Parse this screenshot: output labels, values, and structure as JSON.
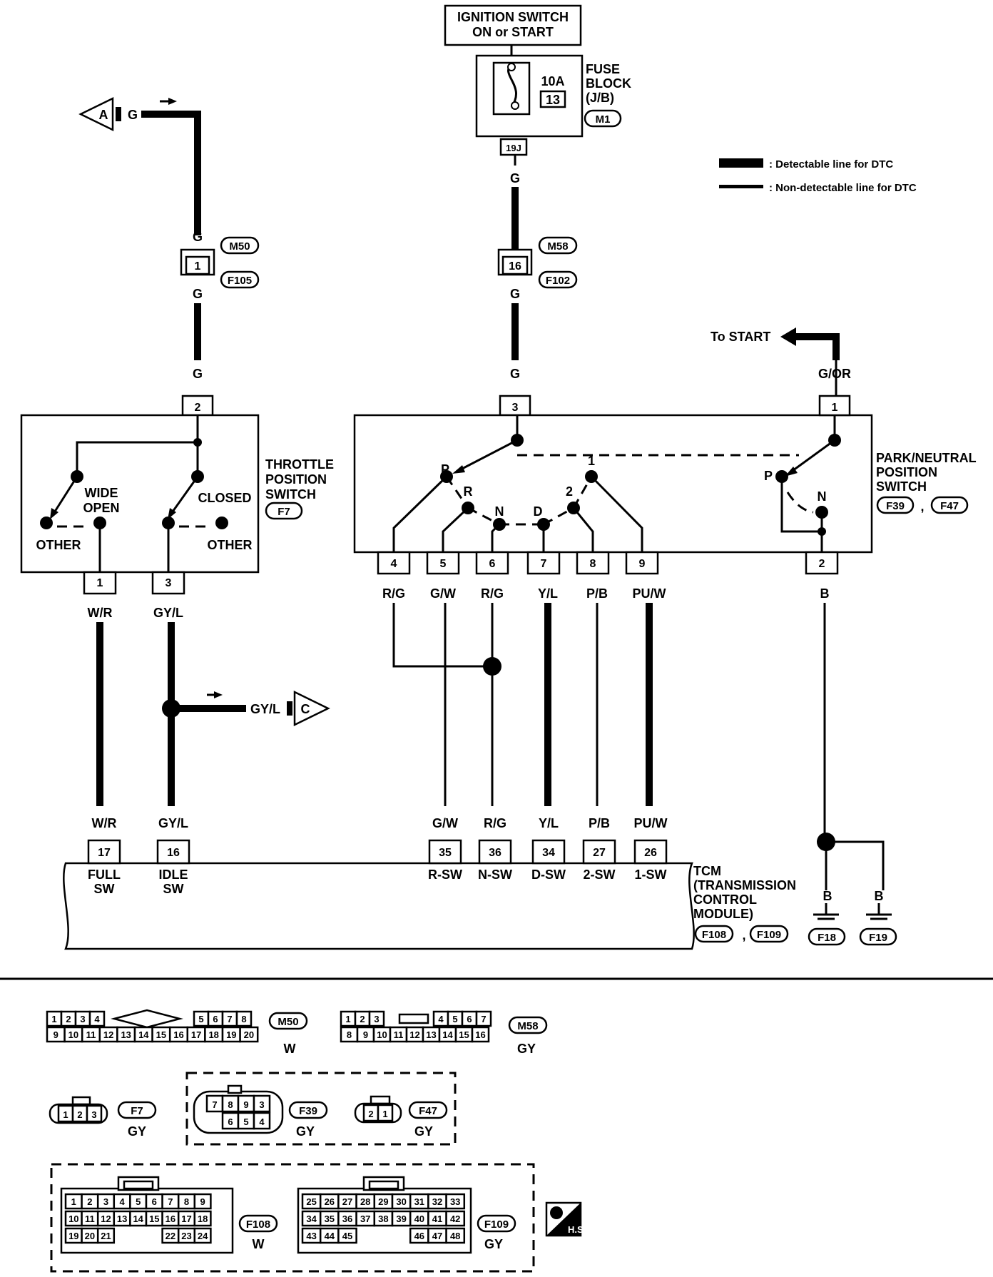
{
  "ignition": {
    "line1": "IGNITION SWITCH",
    "line2": "ON or START"
  },
  "fuse": {
    "rating": "10A",
    "number": "13",
    "block_l1": "FUSE",
    "block_l2": "BLOCK",
    "block_l3": "(J/B)",
    "conn": "M1",
    "pin": "19J"
  },
  "legend": {
    "detectable": ": Detectable line for DTC",
    "nondetectable": ": Non-detectable line for DTC"
  },
  "connector_a": {
    "letter": "A",
    "wire": "G"
  },
  "connector_c": {
    "letter": "C",
    "wire": "GY/L"
  },
  "junctions": [
    {
      "wire_top": "G",
      "pin": "1",
      "conn_top": "M50",
      "conn_bot": "F105",
      "wire_bot": "G"
    },
    {
      "wire_top": "G",
      "pin": "16",
      "conn_top": "M58",
      "conn_bot": "F102",
      "wire_bot": "G"
    }
  ],
  "to_start": "To START",
  "tps": {
    "title_l1": "THROTTLE",
    "title_l2": "POSITION",
    "title_l3": "SWITCH",
    "conn": "F7",
    "top_wire": "G",
    "top_pin": "2",
    "wide_l1": "WIDE",
    "wide_l2": "OPEN",
    "closed": "CLOSED",
    "other1": "OTHER",
    "other2": "OTHER",
    "pins": [
      "1",
      "3"
    ],
    "wires": [
      "W/R",
      "GY/L"
    ]
  },
  "pnp": {
    "title_l1": "PARK/NEUTRAL",
    "title_l2": "POSITION",
    "title_l3": "SWITCH",
    "conn1": "F39",
    "conn2": "F47",
    "sep": ",",
    "top_wire": "G",
    "top_pin": "3",
    "top_wire2": "G/OR",
    "top_pin2": "1",
    "positions": [
      "P",
      "R",
      "N",
      "D",
      "2",
      "1"
    ],
    "right_p": "P",
    "right_n": "N",
    "pins": [
      "4",
      "5",
      "6",
      "7",
      "8",
      "9",
      "2"
    ],
    "wires": [
      "R/G",
      "G/W",
      "R/G",
      "Y/L",
      "P/B",
      "PU/W",
      "B"
    ]
  },
  "tcm": {
    "wires": [
      "W/R",
      "GY/L",
      "G/W",
      "R/G",
      "Y/L",
      "P/B",
      "PU/W"
    ],
    "pins": [
      "17",
      "16",
      "35",
      "36",
      "34",
      "27",
      "26"
    ],
    "labels": [
      [
        "FULL",
        "SW"
      ],
      [
        "IDLE",
        "SW"
      ],
      [
        "R-SW",
        ""
      ],
      [
        "N-SW",
        ""
      ],
      [
        "D-SW",
        ""
      ],
      [
        "2-SW",
        ""
      ],
      [
        "1-SW",
        ""
      ]
    ],
    "title_l1": "TCM",
    "title_l2": "(TRANSMISSION",
    "title_l3": "CONTROL",
    "title_l4": "MODULE)",
    "conn1": "F108",
    "conn2": "F109",
    "sep": ","
  },
  "grounds": {
    "wire1": "B",
    "wire2": "B",
    "g1": "F18",
    "g2": "F19"
  },
  "faces": {
    "m50": {
      "row1": [
        "1",
        "2",
        "3",
        "4",
        "5",
        "6",
        "7",
        "8"
      ],
      "row2": [
        "9",
        "10",
        "11",
        "12",
        "13",
        "14",
        "15",
        "16",
        "17",
        "18",
        "19",
        "20"
      ],
      "id": "M50",
      "color": "W"
    },
    "m58": {
      "row1": [
        "1",
        "2",
        "3",
        "4",
        "5",
        "6",
        "7"
      ],
      "row2": [
        "8",
        "9",
        "10",
        "11",
        "12",
        "13",
        "14",
        "15",
        "16"
      ],
      "id": "M58",
      "color": "GY"
    },
    "f7": {
      "pins": [
        "1",
        "2",
        "3"
      ],
      "id": "F7",
      "color": "GY"
    },
    "f39": {
      "row1": [
        "7",
        "8",
        "9",
        "3"
      ],
      "row2": [
        "6",
        "5",
        "4"
      ],
      "id": "F39",
      "color": "GY"
    },
    "f47": {
      "pins": [
        "2",
        "1"
      ],
      "id": "F47",
      "color": "GY"
    },
    "f108": {
      "row1": [
        "1",
        "2",
        "3",
        "4",
        "5",
        "6",
        "7",
        "8",
        "9"
      ],
      "row2": [
        "10",
        "11",
        "12",
        "13",
        "14",
        "15",
        "16",
        "17",
        "18"
      ],
      "row3": [
        "19",
        "20",
        "21",
        "22",
        "23",
        "24"
      ],
      "id": "F108",
      "color": "W"
    },
    "f109": {
      "row1": [
        "25",
        "26",
        "27",
        "28",
        "29",
        "30",
        "31",
        "32",
        "33"
      ],
      "row2": [
        "34",
        "35",
        "36",
        "37",
        "38",
        "39",
        "40",
        "41",
        "42"
      ],
      "row3": [
        "43",
        "44",
        "45",
        "46",
        "47",
        "48"
      ],
      "id": "F109",
      "color": "GY"
    }
  },
  "hs_badge": "H.S"
}
